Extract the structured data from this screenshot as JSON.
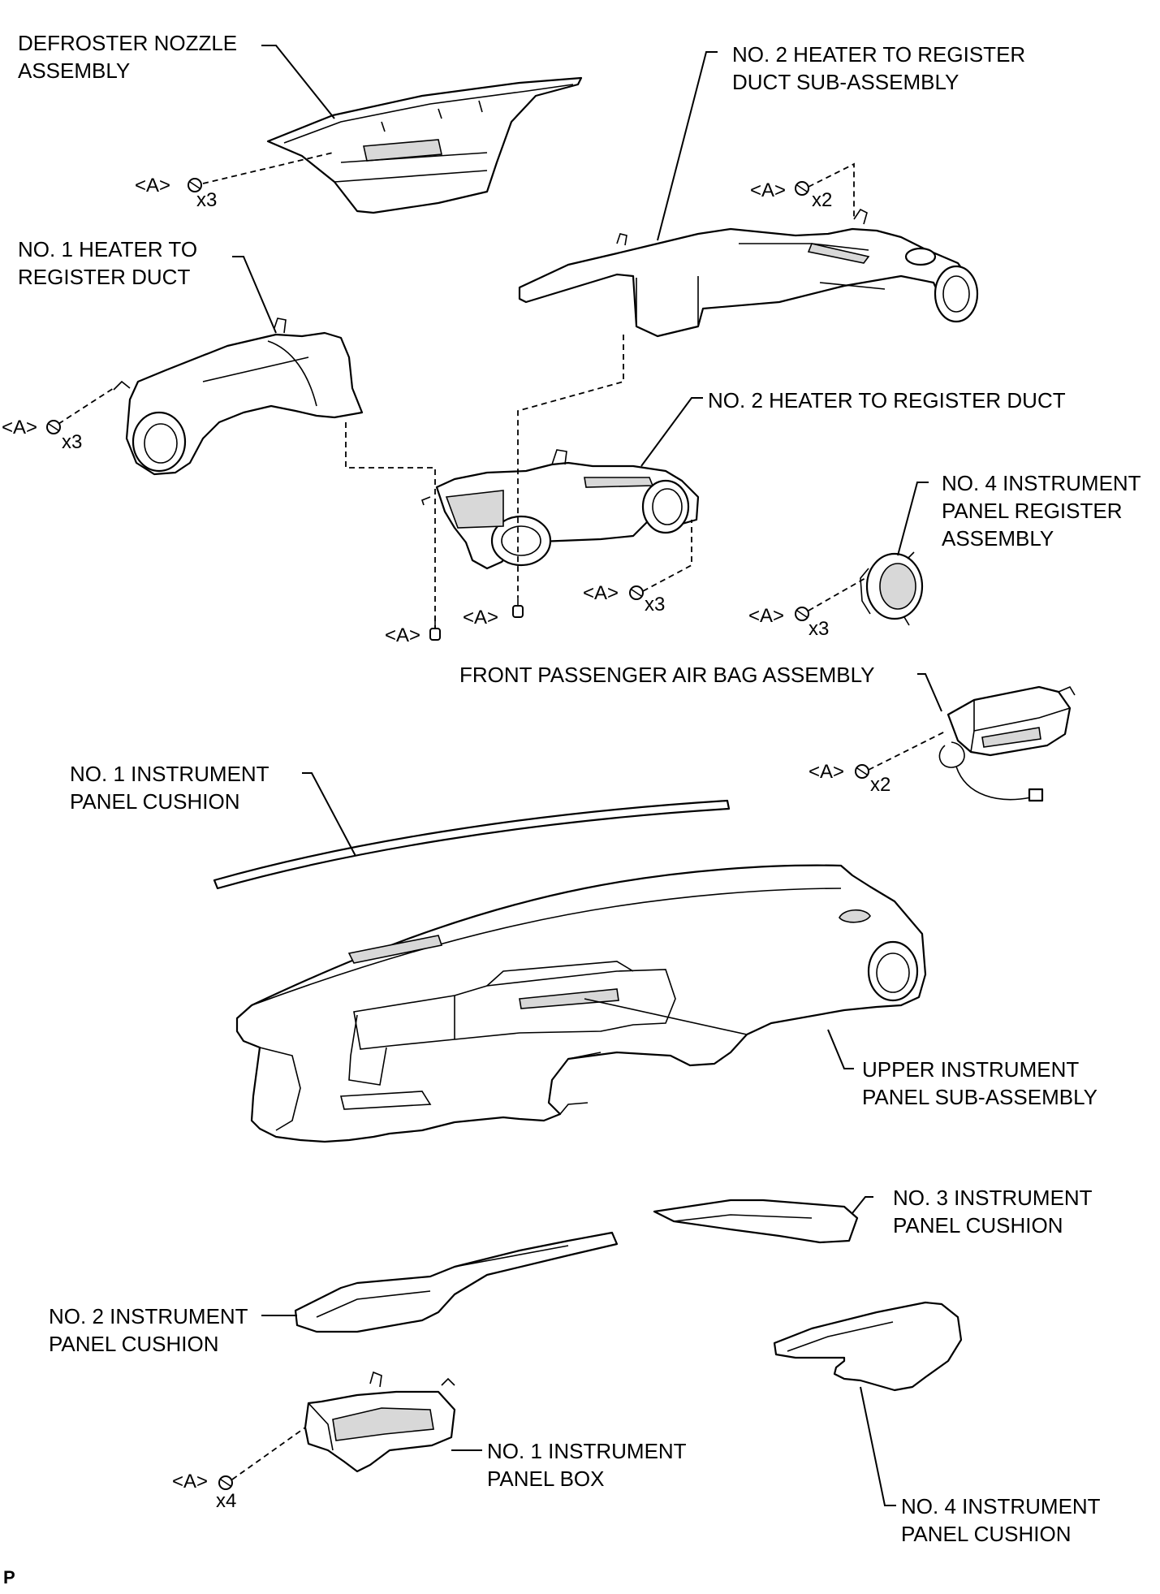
{
  "labels": {
    "defroster": [
      "DEFROSTER NOZZLE",
      "ASSEMBLY"
    ],
    "no2_heater_sub": [
      "NO. 2 HEATER TO REGISTER",
      "DUCT SUB-ASSEMBLY"
    ],
    "no1_heater": [
      "NO. 1 HEATER TO",
      "REGISTER DUCT"
    ],
    "no2_heater": [
      "NO. 2 HEATER TO REGISTER DUCT"
    ],
    "no4_register": [
      "NO. 4 INSTRUMENT",
      "PANEL REGISTER",
      "ASSEMBLY"
    ],
    "airbag": [
      "FRONT PASSENGER AIR BAG ASSEMBLY"
    ],
    "no1_cushion": [
      "NO. 1 INSTRUMENT",
      "PANEL CUSHION"
    ],
    "upper_panel": [
      "UPPER INSTRUMENT",
      "PANEL SUB-ASSEMBLY"
    ],
    "no3_cushion": [
      "NO. 3 INSTRUMENT",
      "PANEL CUSHION"
    ],
    "no2_cushion": [
      "NO. 2 INSTRUMENT",
      "PANEL CUSHION"
    ],
    "no1_box": [
      "NO. 1 INSTRUMENT",
      "PANEL BOX"
    ],
    "no4_cushion": [
      "NO. 4 INSTRUMENT",
      "PANEL CUSHION"
    ]
  },
  "fastener_tag": "<A>",
  "quantities": {
    "defroster": "x3",
    "duct_sub": "x2",
    "no1_duct": "x3",
    "no2_duct": "x3",
    "register": "x3",
    "airbag": "x2",
    "box": "x4"
  },
  "corner_code": "P"
}
